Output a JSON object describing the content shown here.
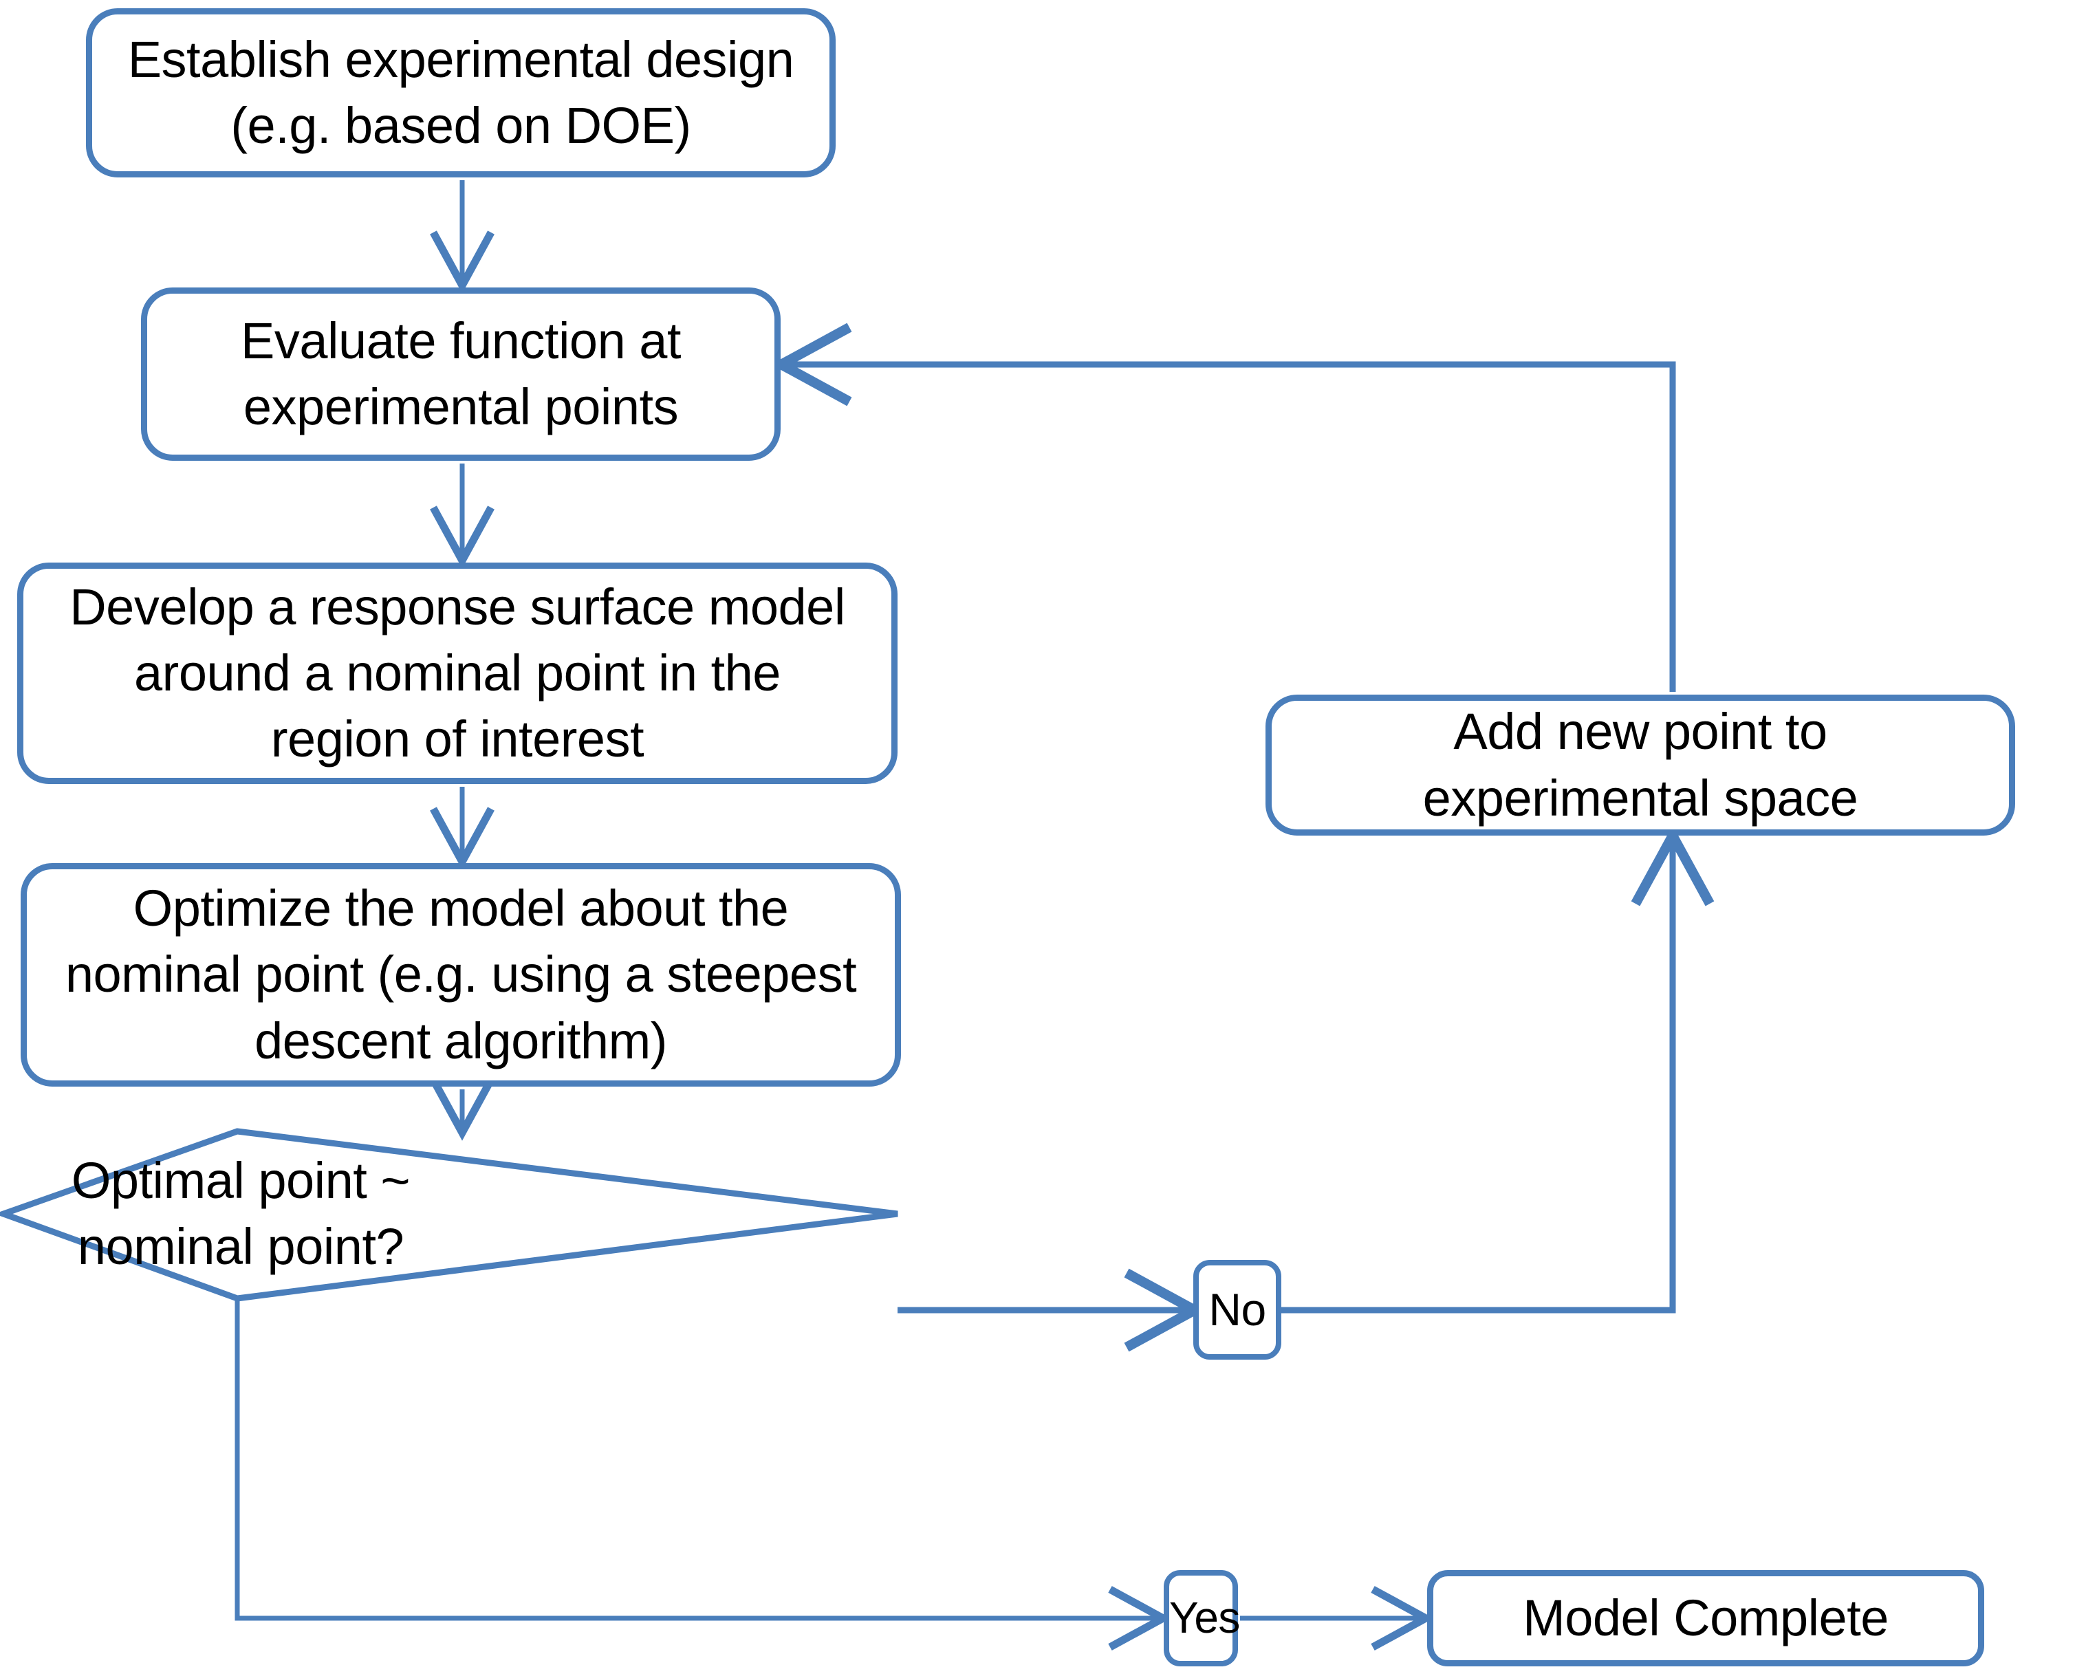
{
  "diagram": {
    "title": "Response surface optimization flowchart",
    "accent_color": "#4a7ebb",
    "text_color": "#000000",
    "background_color": "#ffffff",
    "type": "flowchart"
  },
  "nodes": {
    "establish": {
      "shape": "rounded-rectangle",
      "line1": "Establish experimental design",
      "line2": "(e.g. based on DOE)"
    },
    "evaluate": {
      "shape": "rounded-rectangle",
      "line1": "Evaluate function at",
      "line2": "experimental points"
    },
    "develop": {
      "shape": "rounded-rectangle",
      "line1": "Develop a response surface model",
      "line2": "around a nominal point in the",
      "line3": "region of interest"
    },
    "optimize": {
      "shape": "rounded-rectangle",
      "line1": "Optimize the model about the",
      "line2": "nominal point (e.g. using a steepest",
      "line3": "descent algorithm)"
    },
    "decision": {
      "shape": "diamond",
      "line1": "Optimal point ~",
      "line2": "nominal point?"
    },
    "add_point": {
      "shape": "rounded-rectangle",
      "line1": "Add new point to",
      "line2": "experimental space"
    },
    "no_label": {
      "shape": "rounded-rectangle",
      "text": "No"
    },
    "yes_label": {
      "shape": "rounded-rectangle",
      "text": "Yes"
    },
    "complete": {
      "shape": "rounded-rectangle",
      "text": "Model Complete"
    }
  },
  "edges": [
    {
      "from": "establish",
      "to": "evaluate",
      "label": "",
      "arrow": true
    },
    {
      "from": "evaluate",
      "to": "develop",
      "label": "",
      "arrow": true
    },
    {
      "from": "develop",
      "to": "optimize",
      "label": "",
      "arrow": true
    },
    {
      "from": "optimize",
      "to": "decision",
      "label": "",
      "arrow": true
    },
    {
      "from": "decision",
      "to": "no_label",
      "label": "No",
      "arrow": true
    },
    {
      "from": "no_label",
      "to": "add_point",
      "label": "",
      "arrow": true
    },
    {
      "from": "add_point",
      "to": "evaluate",
      "label": "",
      "arrow": true
    },
    {
      "from": "decision",
      "to": "yes_label",
      "label": "Yes",
      "arrow": true
    },
    {
      "from": "yes_label",
      "to": "complete",
      "label": "",
      "arrow": true
    }
  ]
}
